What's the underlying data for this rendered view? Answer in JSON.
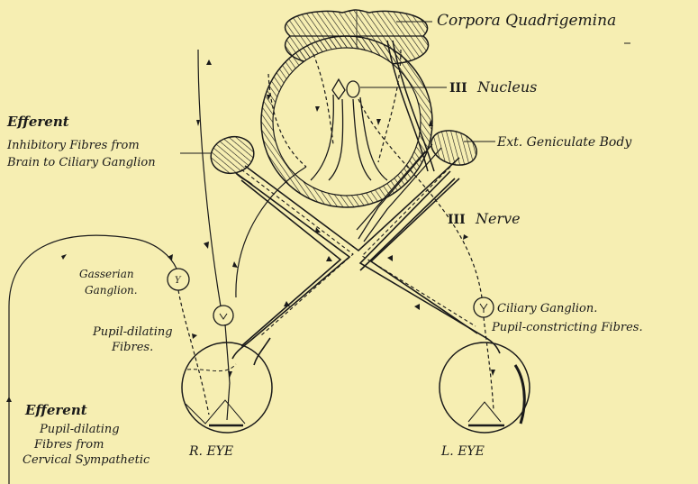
{
  "labels": {
    "corpora": "Corpora Quadrigemina",
    "nucleus_numeral": "III",
    "nucleus": "Nucleus",
    "ext_geniculate": "Ext. Geniculate Body",
    "efferent_top": "Efferent",
    "inhibitory_1": "Inhibitory Fibres from",
    "inhibitory_2": "Brain to Ciliary Ganglion",
    "nerve_numeral": "III",
    "nerve": "Nerve",
    "gasserian_1": "Gasserian",
    "gasserian_2": "Ganglion.",
    "ciliary": "Ciliary Ganglion.",
    "pupil_constricting": "Pupil-constricting Fibres.",
    "pupil_dilating_1": "Pupil-dilating",
    "pupil_dilating_2": "Fibres.",
    "efferent_bottom": "Efferent",
    "sympathetic_1": "Pupil-dilating",
    "sympathetic_2": "Fibres from",
    "sympathetic_3": "Cervical Sympathetic",
    "r_eye": "R. EYE",
    "l_eye": "L. EYE"
  },
  "colors": {
    "background": "#f6eeb2",
    "ink": "#1a1a1a"
  }
}
